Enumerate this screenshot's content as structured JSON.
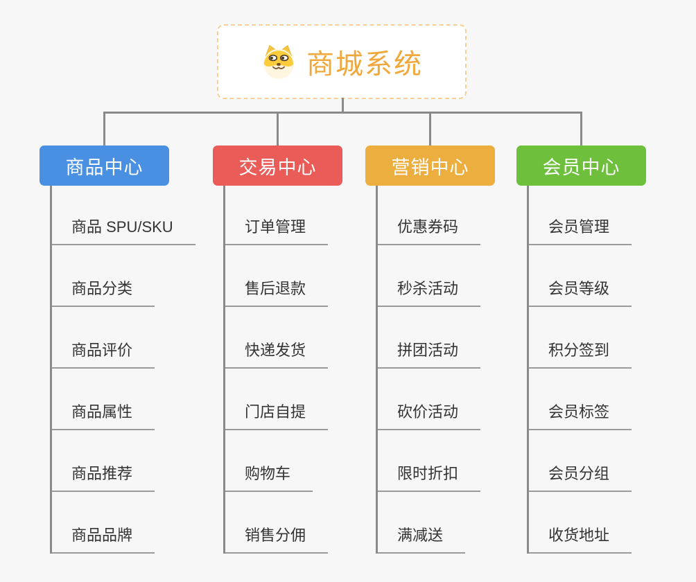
{
  "root": {
    "title": "商城系统",
    "icon": "dog-face-icon",
    "accent_color": "#F0A83C",
    "border_color": "#F6CF96"
  },
  "connector_color": "#8A8A8A",
  "underline_color": "#9A9A9A",
  "branches": [
    {
      "label": "商品中心",
      "color": "#4A90E2",
      "items": [
        "商品 SPU/SKU",
        "商品分类",
        "商品评价",
        "商品属性",
        "商品推荐",
        "商品品牌"
      ]
    },
    {
      "label": "交易中心",
      "color": "#E95C57",
      "items": [
        "订单管理",
        "售后退款",
        "快递发货",
        "门店自提",
        "购物车",
        "销售分佣"
      ]
    },
    {
      "label": "营销中心",
      "color": "#ECAF3F",
      "items": [
        "优惠券码",
        "秒杀活动",
        "拼团活动",
        "砍价活动",
        "限时折扣",
        "满减送"
      ]
    },
    {
      "label": "会员中心",
      "color": "#6EC03C",
      "items": [
        "会员管理",
        "会员等级",
        "积分签到",
        "会员标签",
        "会员分组",
        "收货地址"
      ]
    }
  ]
}
